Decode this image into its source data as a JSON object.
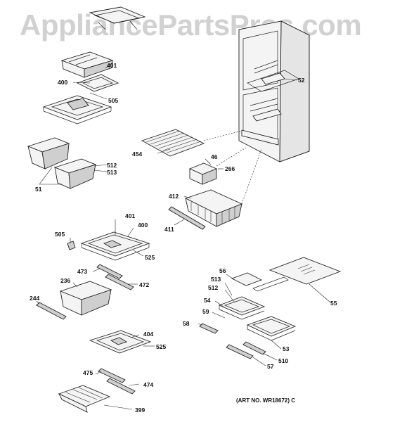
{
  "watermark": "AppliancePartsPros.com",
  "art_number": "(ART NO. WR18672) C",
  "labels": {
    "l401a": "401",
    "l400a": "400",
    "l505a": "505",
    "l512a": "512",
    "l513a": "513",
    "l51": "51",
    "l454": "454",
    "l46": "46",
    "l266": "266",
    "l412": "412",
    "l411": "411",
    "l52": "52",
    "l505b": "505",
    "l401b": "401",
    "l400b": "400",
    "l525a": "525",
    "l473": "473",
    "l472": "472",
    "l236": "236",
    "l244": "244",
    "l404": "404",
    "l525b": "525",
    "l475": "475",
    "l474": "474",
    "l399": "399",
    "l56": "56",
    "l513b": "513",
    "l512b": "512",
    "l54": "54",
    "l59": "59",
    "l58": "58",
    "l55": "55",
    "l53": "53",
    "l510": "510",
    "l57": "57"
  }
}
